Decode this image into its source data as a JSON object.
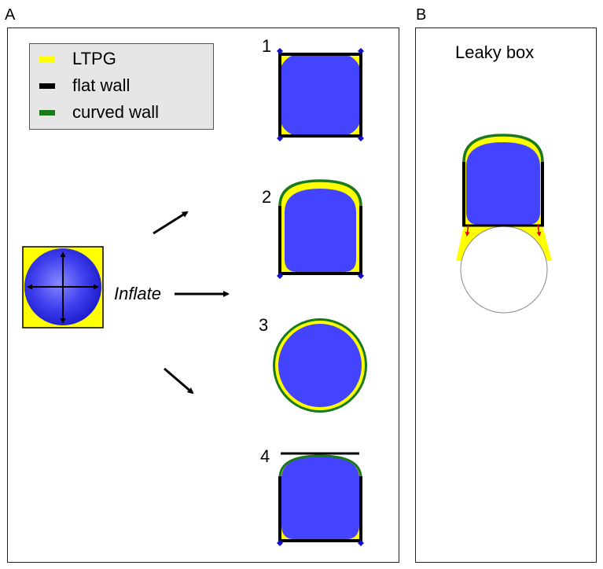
{
  "panels": {
    "a_label": "A",
    "b_label": "B"
  },
  "legend": {
    "items": [
      {
        "label": "LTPG",
        "color": "#ffff00"
      },
      {
        "label": "flat wall",
        "color": "#000000"
      },
      {
        "label": "curved wall",
        "color": "#1a7a1a"
      }
    ]
  },
  "center": {
    "inflate_label": "Inflate"
  },
  "cases": {
    "labels": [
      "1",
      "2",
      "3",
      "4"
    ]
  },
  "panel_b": {
    "title": "Leaky box"
  },
  "colors": {
    "cell_blue": "#4444ff",
    "ltpg_yellow": "#ffff00",
    "curved_wall_green": "#1a7a1a",
    "corner_marker_blue": "#1010cc",
    "leak_arrow_red": "#dd0000"
  }
}
